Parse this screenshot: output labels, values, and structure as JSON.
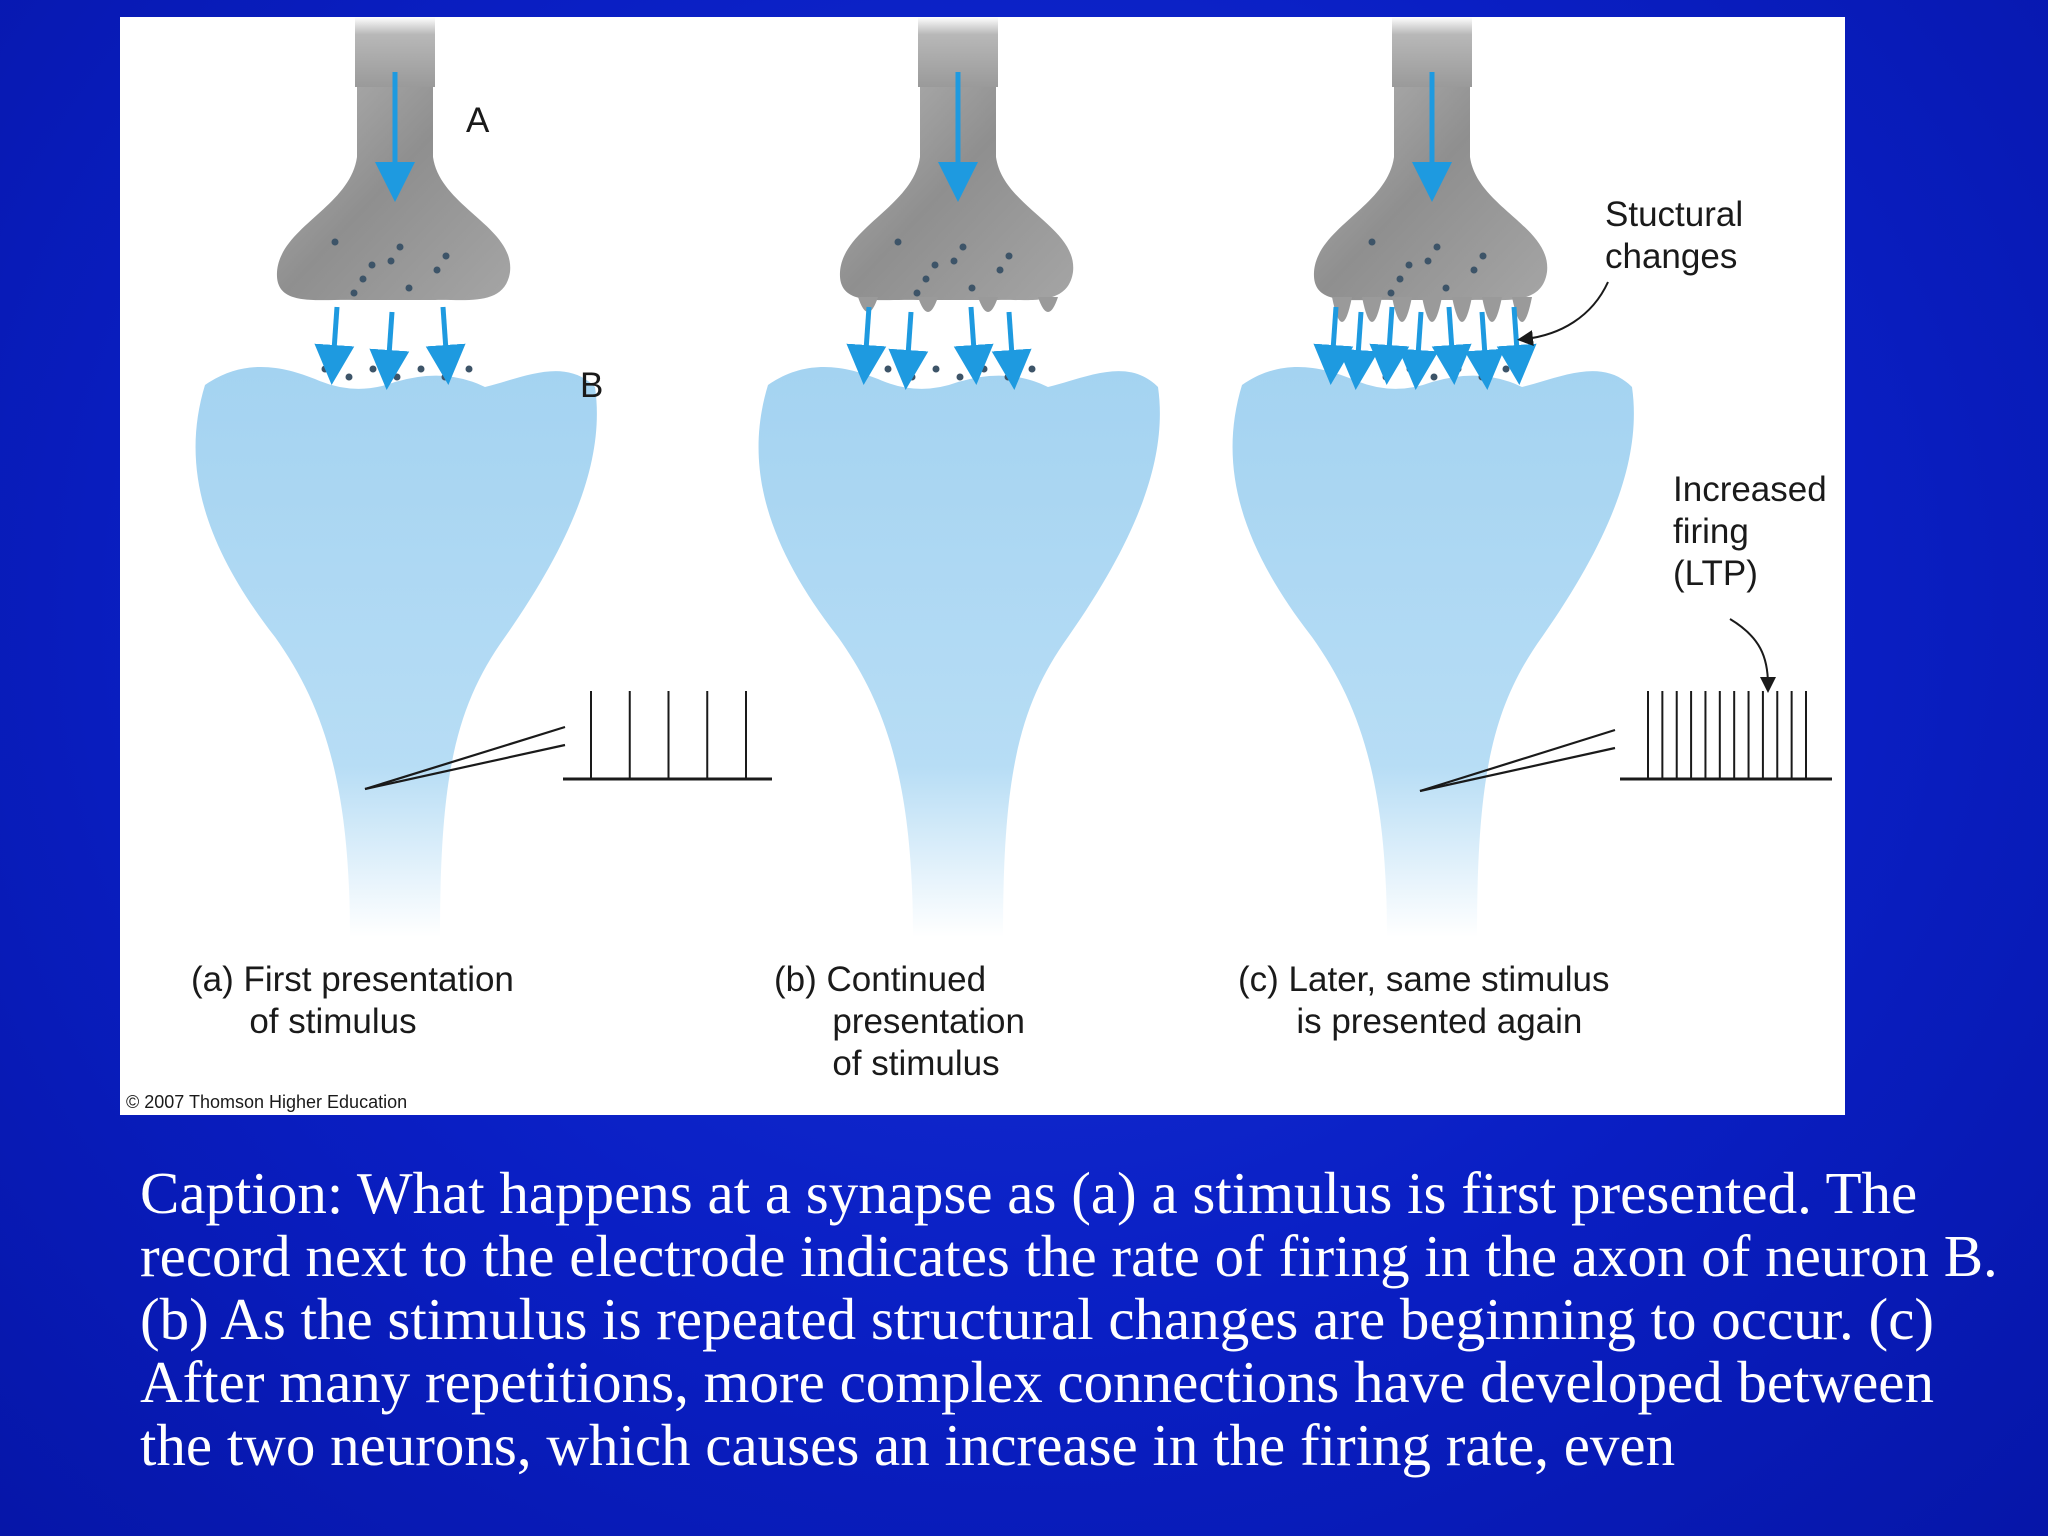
{
  "figure": {
    "neuron_labels": {
      "presynaptic": "A",
      "postsynaptic": "B"
    },
    "annotations": {
      "structural_changes": "Stuctural\nchanges",
      "increased_firing": "Increased\nfiring\n(LTP)"
    },
    "panels": [
      {
        "caption": "(a) First presentation\n      of stimulus",
        "spike_count": 5
      },
      {
        "caption": "(b) Continued\n      presentation\n      of stimulus",
        "spike_count": 0
      },
      {
        "caption": "(c) Later, same stimulus\n      is presented again",
        "spike_count": 12
      }
    ],
    "copyright": "© 2007 Thomson Higher Education",
    "colors": {
      "presynaptic": "#9c9c9c",
      "postsynaptic": "#a9d6f2",
      "arrow": "#1e9ae0",
      "background": "#0a1fc4"
    }
  },
  "caption": "Caption: What happens at a synapse as (a) a stimulus is first presented.  The record next to the electrode indicates the rate of firing in the axon of neuron B. (b) As the stimulus is repeated structural changes are beginning to occur. (c) After many repetitions, more complex connections have developed between the two neurons, which causes an increase in the firing rate, even"
}
